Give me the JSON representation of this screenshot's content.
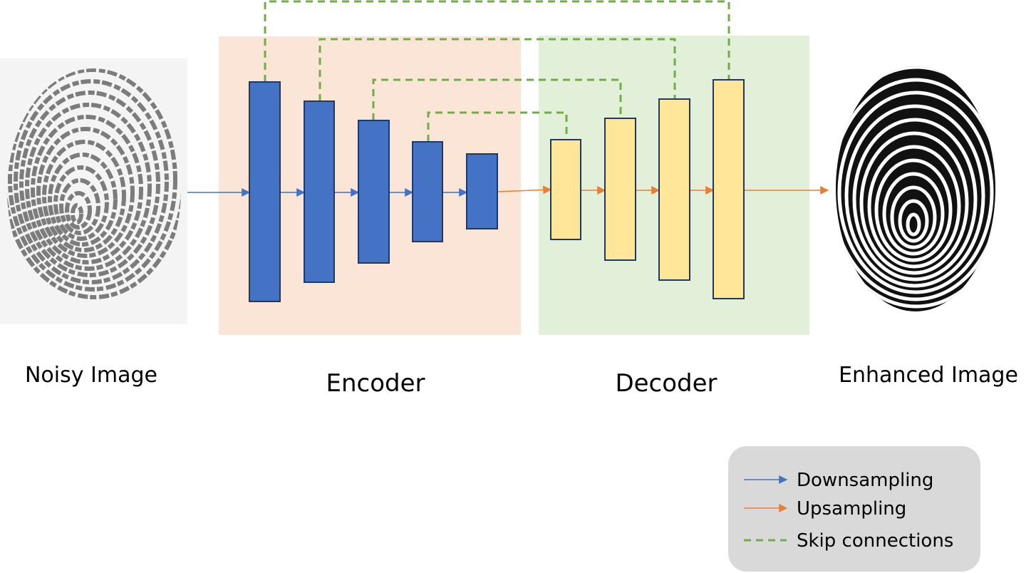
{
  "labels": {
    "noisy": "Noisy Image",
    "encoder": "Encoder",
    "decoder": "Decoder",
    "enhanced": "Enhanced Image"
  },
  "legend": {
    "downsampling": "Downsampling",
    "upsampling": "Upsampling",
    "skip": "Skip connections"
  },
  "colors": {
    "encoder_bg": "#fbe5d6",
    "decoder_bg": "#e2f0d9",
    "encoder_block": "#4472c4",
    "decoder_block": "#ffe699",
    "block_border": "#1f3864",
    "downsample_arrow": "#4472c4",
    "upsample_arrow": "#ed7d31",
    "skip_line": "#70ad47",
    "legend_bg": "#d9d9d9"
  },
  "icons": {
    "noisy_image": "noisy-fingerprint",
    "enhanced_image": "enhanced-fingerprint"
  }
}
